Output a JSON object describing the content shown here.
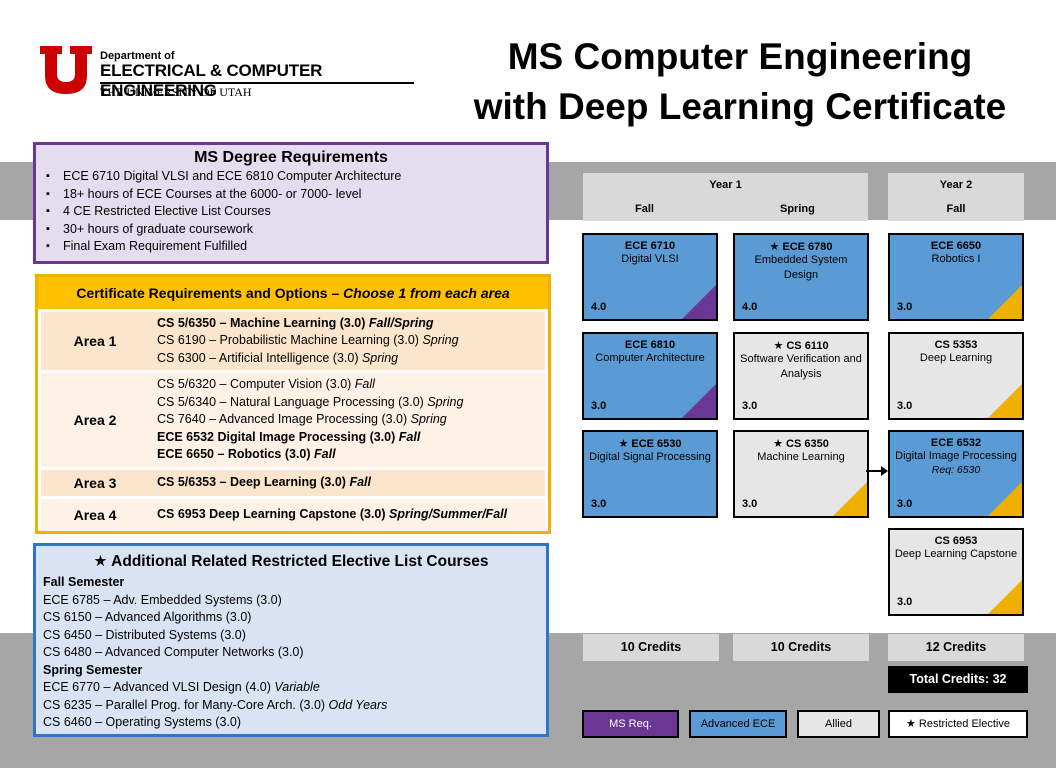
{
  "logo": {
    "department": "Department of",
    "name": "ELECTRICAL & COMPUTER ENGINEERING",
    "university": "THE UNIVERSITY OF UTAH"
  },
  "title": {
    "line1": "MS Computer Engineering",
    "line2": "with Deep Learning Certificate"
  },
  "ms_requirements": {
    "heading": "MS Degree Requirements",
    "items": [
      "ECE 6710  Digital VLSI and ECE 6810  Computer Architecture",
      "18+ hours of ECE Courses at the 6000-  or 7000-  level",
      "4 CE Restricted Elective List Courses",
      "30+ hours of graduate coursework",
      "Final Exam Requirement Fulfilled"
    ]
  },
  "certificate": {
    "heading_prefix": "Certificate Requirements and Options – ",
    "heading_emphasis": "Choose 1 from each area",
    "areas": [
      {
        "label": "Area 1",
        "courses": [
          {
            "text": "CS 5/6350  – Machine Learning (3.0) ",
            "term": "Fall/Spring",
            "bold": true
          },
          {
            "text": "CS 6190  – Probabilistic Machine Learning (3.0) ",
            "term": "Spring",
            "bold": false
          },
          {
            "text": "CS 6300  – Artificial Intelligence (3.0) ",
            "term": "Spring",
            "bold": false
          }
        ]
      },
      {
        "label": "Area 2",
        "courses": [
          {
            "text": "CS 5/6320  – Computer Vision (3.0) ",
            "term": "Fall",
            "bold": false
          },
          {
            "text": "CS 5/6340  – Natural Language Processing (3.0) ",
            "term": "Spring",
            "bold": false
          },
          {
            "text": "CS 7640  – Advanced Image Processing (3.0) ",
            "term": "Spring",
            "bold": false
          },
          {
            "text": "ECE 6532  Digital Image Processing (3.0) ",
            "term": "Fall",
            "bold": true
          },
          {
            "text": "ECE 6650  – Robotics (3.0) ",
            "term": "Fall",
            "bold": true
          }
        ]
      },
      {
        "label": "Area 3",
        "courses": [
          {
            "text": "CS 5/6353  – Deep Learning (3.0) ",
            "term": "Fall",
            "bold": true
          }
        ]
      },
      {
        "label": "Area 4",
        "courses": [
          {
            "text": "CS 6953  Deep Learning Capstone (3.0) ",
            "term": "Spring/Summer/Fall",
            "bold": true
          }
        ]
      }
    ]
  },
  "additional": {
    "heading": "★  Additional Related Restricted Elective List Courses",
    "fall_label": "Fall Semester",
    "fall": [
      "ECE 6785  – Adv. Embedded Systems (3.0)",
      "CS 6150  – Advanced Algorithms (3.0)",
      "CS 6450  – Distributed Systems (3.0)",
      "CS 6480  – Advanced Computer Networks (3.0)"
    ],
    "spring_label": "Spring Semester",
    "spring": [
      {
        "text": "ECE 6770  – Advanced VLSI Design (4.0) ",
        "note": "Variable"
      },
      {
        "text": "CS 6235  – Parallel Prog. for Many-Core Arch. (3.0) ",
        "note": "Odd Years"
      },
      {
        "text": "CS 6460  – Operating Systems (3.0)",
        "note": ""
      }
    ]
  },
  "schedule": {
    "year1": {
      "label": "Year 1",
      "fall": "Fall",
      "spring": "Spring"
    },
    "year2": {
      "label": "Year 2",
      "fall": "Fall"
    },
    "cards": {
      "c1": {
        "code": "ECE 6710",
        "name": "Digital VLSI",
        "credits": "4.0"
      },
      "c2": {
        "code": "★ ECE 6780",
        "name": "Embedded System Design",
        "credits": "4.0"
      },
      "c3": {
        "code": "ECE 6650",
        "name": "Robotics I",
        "credits": "3.0"
      },
      "c4": {
        "code": "ECE 6810",
        "name": "Computer Architecture",
        "credits": "3.0"
      },
      "c5": {
        "code": "★ CS 6110",
        "name": "Software Verification and Analysis",
        "credits": "3.0"
      },
      "c6": {
        "code": "CS 5353",
        "name": "Deep Learning",
        "credits": "3.0"
      },
      "c7": {
        "code": "★ ECE 6530",
        "name": "Digital Signal Processing",
        "credits": "3.0"
      },
      "c8": {
        "code": "★ CS 6350",
        "name": "Machine Learning",
        "credits": "3.0"
      },
      "c9": {
        "code": "ECE 6532",
        "name": "Digital Image Processing",
        "req": "Req: 6530",
        "credits": "3.0"
      },
      "c10": {
        "code": "CS 6953",
        "name": "Deep Learning Capstone",
        "credits": "3.0"
      }
    },
    "credits": {
      "fall1": "10 Credits",
      "spring1": "10 Credits",
      "fall2": "12 Credits",
      "total": "Total Credits: 32"
    }
  },
  "legend": {
    "ms_req": "MS Req.",
    "advanced": "Advanced ECE",
    "allied": "Allied",
    "restricted": "★ Restricted Elective"
  },
  "colors": {
    "purple": "#6b3795",
    "blue": "#5b9bd5",
    "gold": "#f0b000",
    "gray": "#e6e6e6",
    "utah_red": "#cc0000"
  }
}
